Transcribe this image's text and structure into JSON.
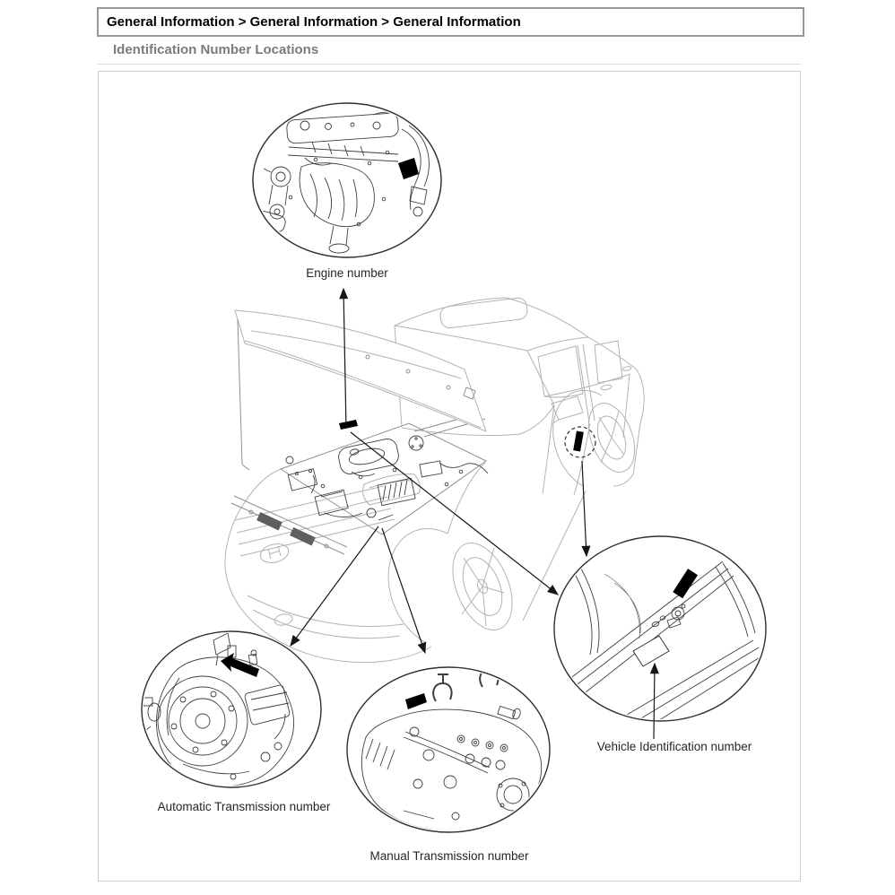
{
  "breadcrumb": {
    "text": "General Information > General Information > General Information"
  },
  "section": {
    "title": "Identification Number Locations"
  },
  "diagram": {
    "labels": {
      "engine": "Engine number",
      "automatic_transmission": "Automatic Transmission number",
      "manual_transmission": "Manual Transmission number",
      "vin": "Vehicle Identification number"
    },
    "colors": {
      "outline": "#2f2f2f",
      "car_line": "#b3b3b3",
      "detail_line": "#3f3f3f",
      "arrow": "#161616",
      "plate": "#000000"
    }
  }
}
